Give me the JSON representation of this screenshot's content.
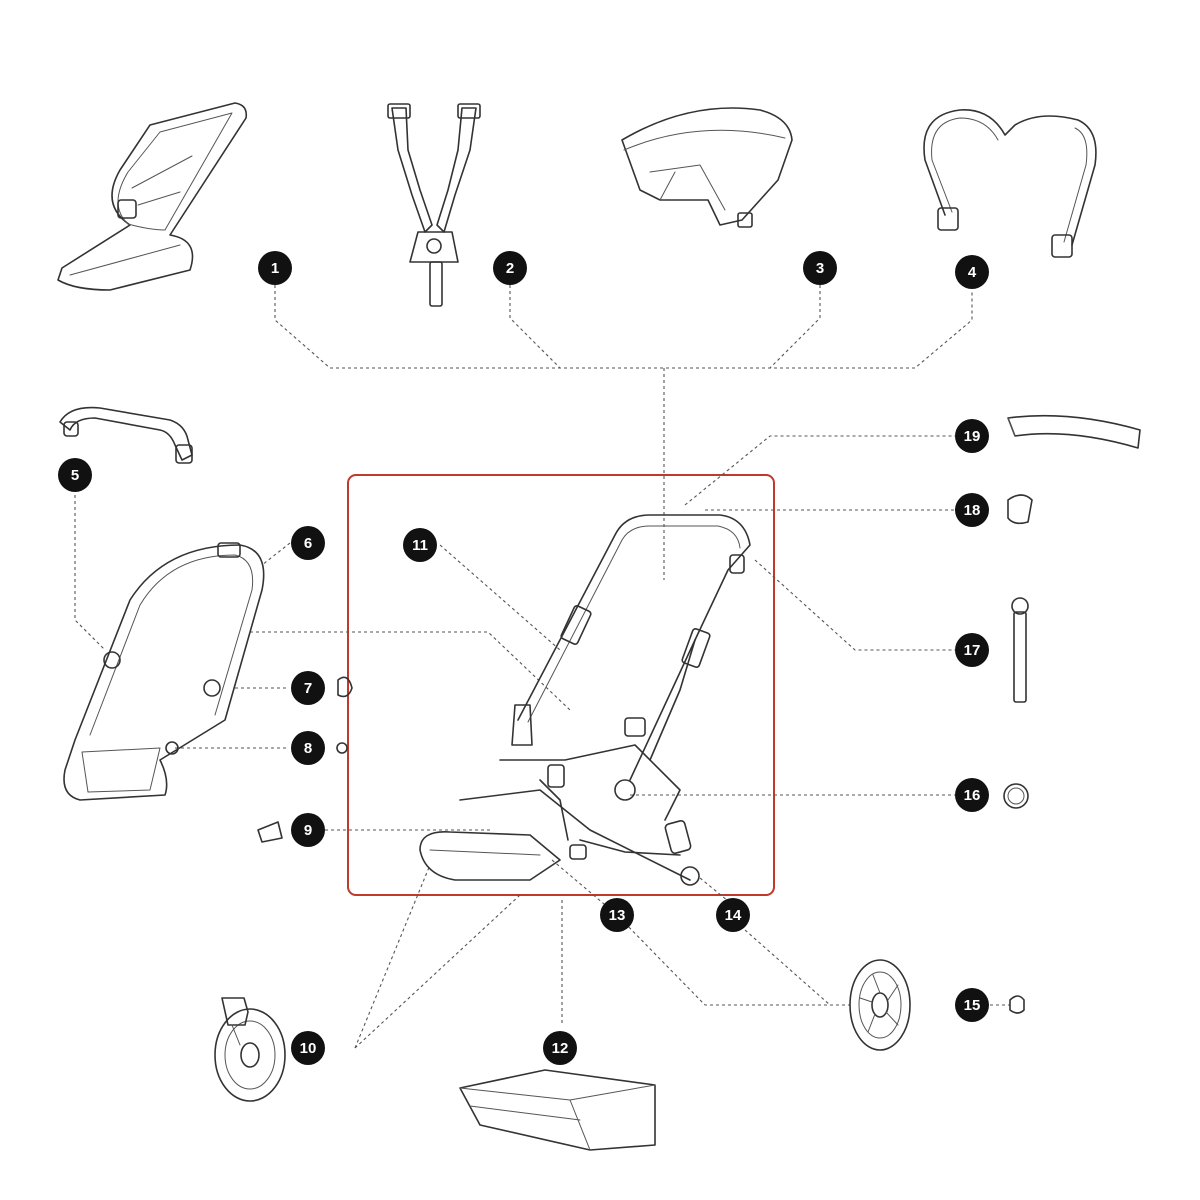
{
  "callouts": [
    {
      "id": "callout-1",
      "label": "1"
    },
    {
      "id": "callout-2",
      "label": "2"
    },
    {
      "id": "callout-3",
      "label": "3"
    },
    {
      "id": "callout-4",
      "label": "4"
    },
    {
      "id": "callout-5",
      "label": "5"
    },
    {
      "id": "callout-6",
      "label": "6"
    },
    {
      "id": "callout-7",
      "label": "7"
    },
    {
      "id": "callout-8",
      "label": "8"
    },
    {
      "id": "callout-9",
      "label": "9"
    },
    {
      "id": "callout-10",
      "label": "10"
    },
    {
      "id": "callout-11",
      "label": "11"
    },
    {
      "id": "callout-12",
      "label": "12"
    },
    {
      "id": "callout-13",
      "label": "13"
    },
    {
      "id": "callout-14",
      "label": "14"
    },
    {
      "id": "callout-15",
      "label": "15"
    },
    {
      "id": "callout-16",
      "label": "16"
    },
    {
      "id": "callout-17",
      "label": "17"
    },
    {
      "id": "callout-18",
      "label": "18"
    },
    {
      "id": "callout-19",
      "label": "19"
    }
  ],
  "colors": {
    "callout_fill": "#111111",
    "highlight_border": "#c0392b",
    "line_art": "#333333"
  }
}
